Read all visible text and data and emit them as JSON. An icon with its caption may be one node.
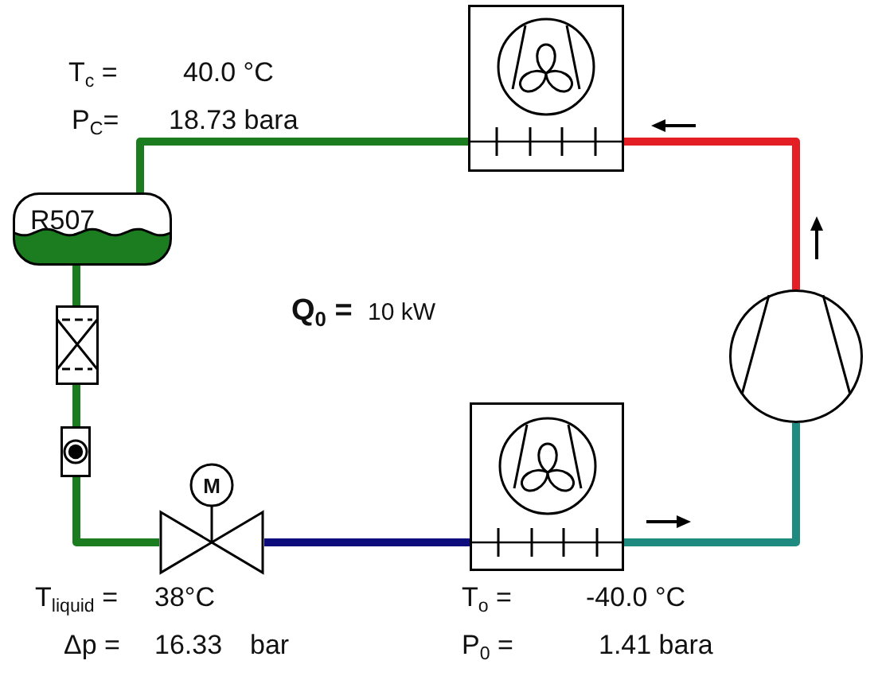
{
  "diagram": {
    "nodes": [
      {
        "text": [],
        "shape": "box"
      },
      {
        "text": [
          "R507"
        ]
      },
      {
        "text": [],
        "shape": "circle"
      },
      {
        "text": [],
        "shape": "box"
      },
      {
        "text": [],
        "shape": "box"
      },
      {
        "text": [],
        "shape": "box"
      },
      {
        "text": [
          "M"
        ]
      }
    ],
    "edges": [
      {
        "from": 2,
        "to": 0,
        "arrow": "none",
        "color": "#e31e24"
      },
      {
        "from": 0,
        "to": 1,
        "arrow": "none"
      },
      {
        "from": 1,
        "to": 3,
        "arrow": "none"
      },
      {
        "from": 3,
        "to": 5,
        "arrow": "none"
      },
      {
        "from": 5,
        "to": 6,
        "arrow": "none"
      },
      {
        "from": 6,
        "to": 4,
        "arrow": "none",
        "color": "#0c0c7c"
      },
      {
        "from": 4,
        "to": 2,
        "arrow": "none",
        "color": "#1f8a80"
      }
    ],
    "labels": [
      "T$_{c}$ =",
      "40.0 °C",
      "P$_{C}$=",
      "18.73 bara",
      "Q$_{0}$ =",
      "10 kW",
      "T$_{liquid}$ =",
      "38°C",
      "T$_{o}$ =",
      "-40.0 °C",
      "Δp =",
      "16.33",
      "bar",
      "P$_{0}$ =",
      "1.41 bara"
    ]
  }
}
